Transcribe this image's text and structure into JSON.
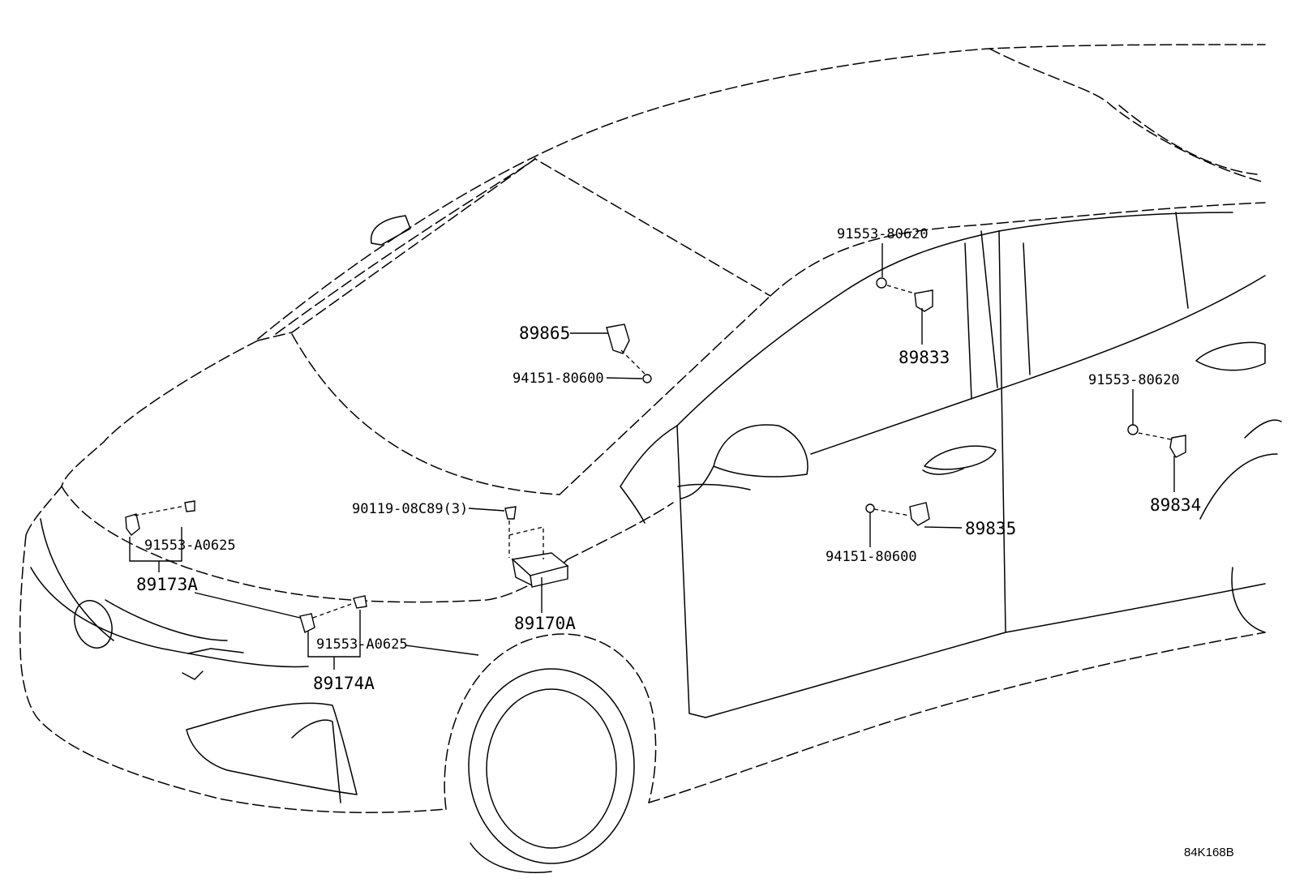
{
  "diagram": {
    "reference_code": "84K168B",
    "callouts": [
      {
        "id": "c_91553_80620_a",
        "text": "91553-80620"
      },
      {
        "id": "c_89865",
        "text": "89865"
      },
      {
        "id": "c_94151_80600_a",
        "text": "94151-80600"
      },
      {
        "id": "c_89833",
        "text": "89833"
      },
      {
        "id": "c_91553_80620_b",
        "text": "91553-80620"
      },
      {
        "id": "c_89834",
        "text": "89834"
      },
      {
        "id": "c_90119",
        "text": "90119-08C89(3)"
      },
      {
        "id": "c_89835",
        "text": "89835"
      },
      {
        "id": "c_94151_80600_b",
        "text": "94151-80600"
      },
      {
        "id": "c_91553_A0625_a",
        "text": "91553-A0625"
      },
      {
        "id": "c_89173A",
        "text": "89173A"
      },
      {
        "id": "c_89170A",
        "text": "89170A"
      },
      {
        "id": "c_91553_A0625_b",
        "text": "91553-A0625"
      },
      {
        "id": "c_89174A",
        "text": "89174A"
      }
    ]
  }
}
